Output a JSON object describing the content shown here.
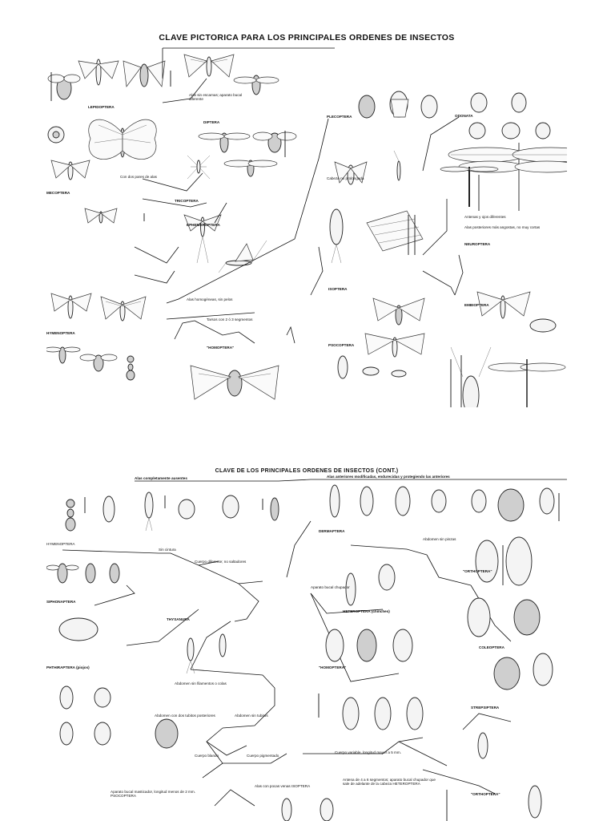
{
  "panel1": {
    "title": "CLAVE PICTORICA PARA LOS PRINCIPALES ORDENES DE  INSECTOS",
    "labels": [
      "LEPIDOPTERA",
      "DIPTERA",
      "Alas sin escamas; aparato bucal diferente",
      "Con dos pares de alas",
      "PLECOPTERA",
      "Cabeza no prolongada",
      "ODONATA",
      "MECOPTERA",
      "TRICOPTERA",
      "EPHEMEROPTERA",
      "Antenas y ojos diferentes",
      "Alas posteriores más angostas, no muy cortas",
      "NEUROPTERA",
      "EMBIOPTERA",
      "HYMENOPTERA",
      "ISOPTERA",
      "PSOCOPTERA",
      "\"HOMOPTERA\"",
      "Tarsos con 2 ó 3 segmentos",
      "Alas homogéneas, sin pelos"
    ]
  },
  "panel2": {
    "title": "CLAVE DE LOS PRINCIPALES ORDENES DE INSECTOS (CONT.)",
    "labels": [
      "Alas completamente ausentes",
      "Alas anteriores modificadas, endurecidas y protegiendo las anteriores",
      "HYMENOPTERA",
      "Sin cintura",
      "Cuerpo diferente; no saltadores",
      "DERMAPTERA",
      "Abdomen sin pinzas",
      "SIPHONAPTERA",
      "\"ORTHOPTERA\"",
      "Aparato bucal chupador",
      "HETEROPTERA (chinches)",
      "THYSANURA",
      "PHTHIRAPTERA (piojos)",
      "COLEOPTERA",
      "\"HOMOPTERA\"",
      "Abdomen sin filamentos o colas",
      "Abdomen con dos tubitos posteriores",
      "Abdomen sin tubitos",
      "Cuerpo blando",
      "Cuerpo pigmentado",
      "Cuerpo variable, longitud mayor a 5 mm.",
      "Aparato bucal masticador, longitud menos de 2 mm. PSOCOPTERA",
      "Alas con pocas venas ISOPTERA",
      "Antena de 4 a 6 segmentos; aparato bucal chupador que sale de adelante de la cabeza HETEROPTERA",
      "\"ORTHOPTERA\"",
      "STREPSIPTERA"
    ]
  },
  "colors": {
    "ink": "#111111",
    "paper": "#ffffff",
    "fill_light": "#f4f4f4",
    "fill_dark": "#cfcfcf"
  }
}
